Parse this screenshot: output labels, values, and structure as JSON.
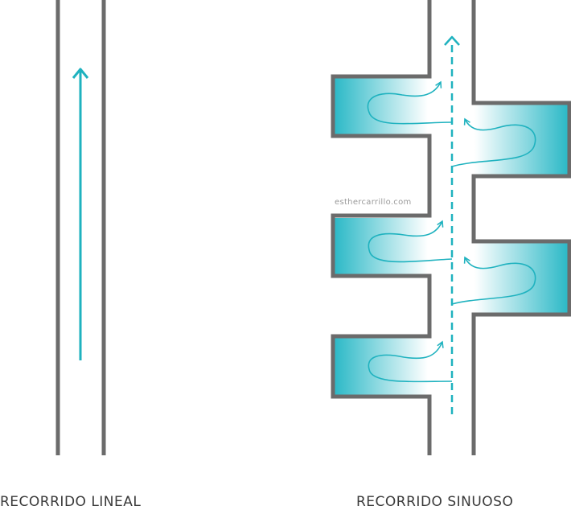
{
  "captions": {
    "left": "RECORRIDO LINEAL",
    "right": "RECORRIDO SINUOSO"
  },
  "watermark": "esthercarrillo.com",
  "colors": {
    "wall": "#6b6b6b",
    "arrow": "#1fb2bf",
    "room_fill": "#2cb9c7"
  }
}
